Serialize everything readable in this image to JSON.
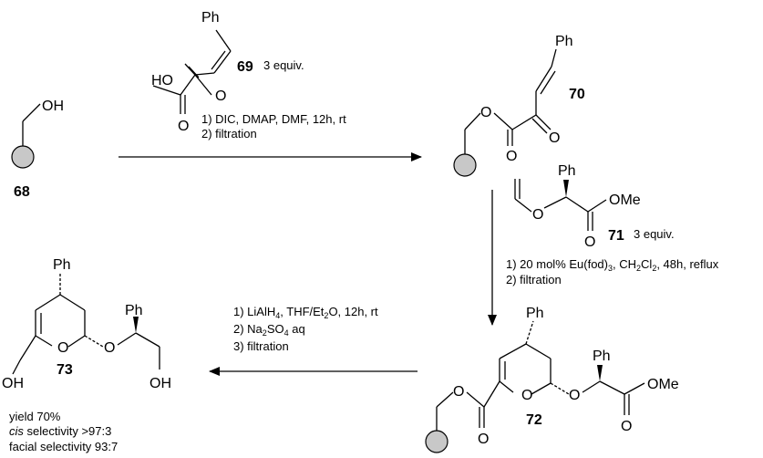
{
  "atoms": {
    "OH": "OH",
    "O": "O",
    "HO": "HO",
    "Ph": "Ph",
    "OMe": "OMe"
  },
  "compounds": {
    "c68": "68",
    "c69": "69",
    "c70": "70",
    "c71": "71",
    "c72": "72",
    "c73": "73"
  },
  "equiv_69": "3 equiv.",
  "equiv_71": "3 equiv.",
  "step1": {
    "line1": "1) DIC, DMAP, DMF, 12h, rt",
    "line2": "2) filtration"
  },
  "step2": {
    "line1_a": "1) 20 mol% Eu(fod)",
    "line1_sub_a": "3",
    "line1_b": ", CH",
    "line1_sub_b": "2",
    "line1_c": "Cl",
    "line1_sub_c": "2",
    "line1_d": ", 48h, reflux",
    "line2": "2) filtration"
  },
  "step3": {
    "line1_a": "1) LiAlH",
    "line1_sub_a": "4",
    "line1_b": ", THF/Et",
    "line1_sub_b": "2",
    "line1_c": "O, 12h, rt",
    "line2_a": "2) Na",
    "line2_sub_a": "2",
    "line2_b": "SO",
    "line2_sub_b": "4",
    "line2_c": " aq",
    "line3": "3) filtration"
  },
  "results": {
    "yield": "yield 70%",
    "cis_word": "cis",
    "cis_rest": " selectivity >97:3",
    "facial": "facial selectivity 93:7"
  }
}
